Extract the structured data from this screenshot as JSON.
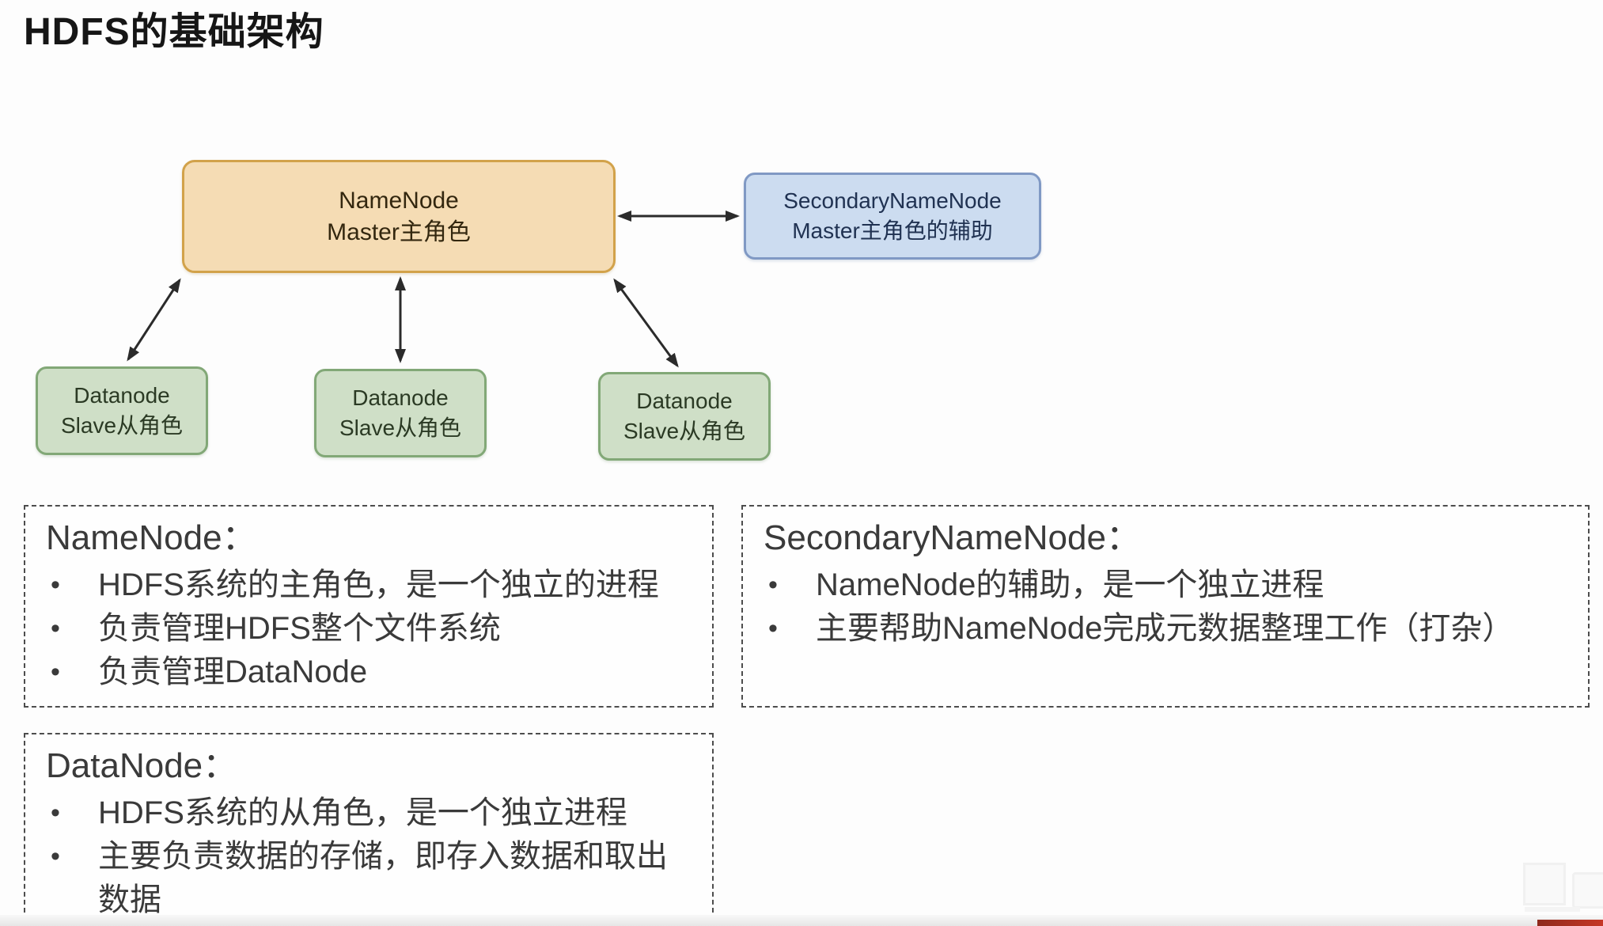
{
  "page": {
    "title": "HDFS的基础架构"
  },
  "diagram": {
    "namenode": {
      "line1": "NameNode",
      "line2": "Master主角色"
    },
    "secondarynamenode": {
      "line1": "SecondaryNameNode",
      "line2": "Master主角色的辅助"
    },
    "datanodes": [
      {
        "line1": "Datanode",
        "line2": "Slave从角色"
      },
      {
        "line1": "Datanode",
        "line2": "Slave从角色"
      },
      {
        "line1": "Datanode",
        "line2": "Slave从角色"
      }
    ],
    "colors": {
      "namenode_fill": "#f5dcb4",
      "namenode_border": "#d2a24a",
      "secondarynamenode_fill": "#ccdcf0",
      "secondarynamenode_border": "#8099c4",
      "datanode_fill": "#cfdfc7",
      "datanode_border": "#82a877",
      "arrow": "#2b2b2b",
      "corner_bar_red": "#c63726"
    }
  },
  "notes": {
    "bullet_char": "•",
    "namenode": {
      "heading": "NameNode：",
      "bullets": [
        "HDFS系统的主角色，是一个独立的进程",
        "负责管理HDFS整个文件系统",
        "负责管理DataNode"
      ]
    },
    "secondarynamenode": {
      "heading": "SecondaryNameNode：",
      "bullets": [
        "NameNode的辅助，是一个独立进程",
        "主要帮助NameNode完成元数据整理工作（打杂）"
      ]
    },
    "datanode": {
      "heading": "DataNode：",
      "bullets": [
        "HDFS系统的从角色，是一个独立进程",
        "主要负责数据的存储，即存入数据和取出数据"
      ]
    }
  }
}
